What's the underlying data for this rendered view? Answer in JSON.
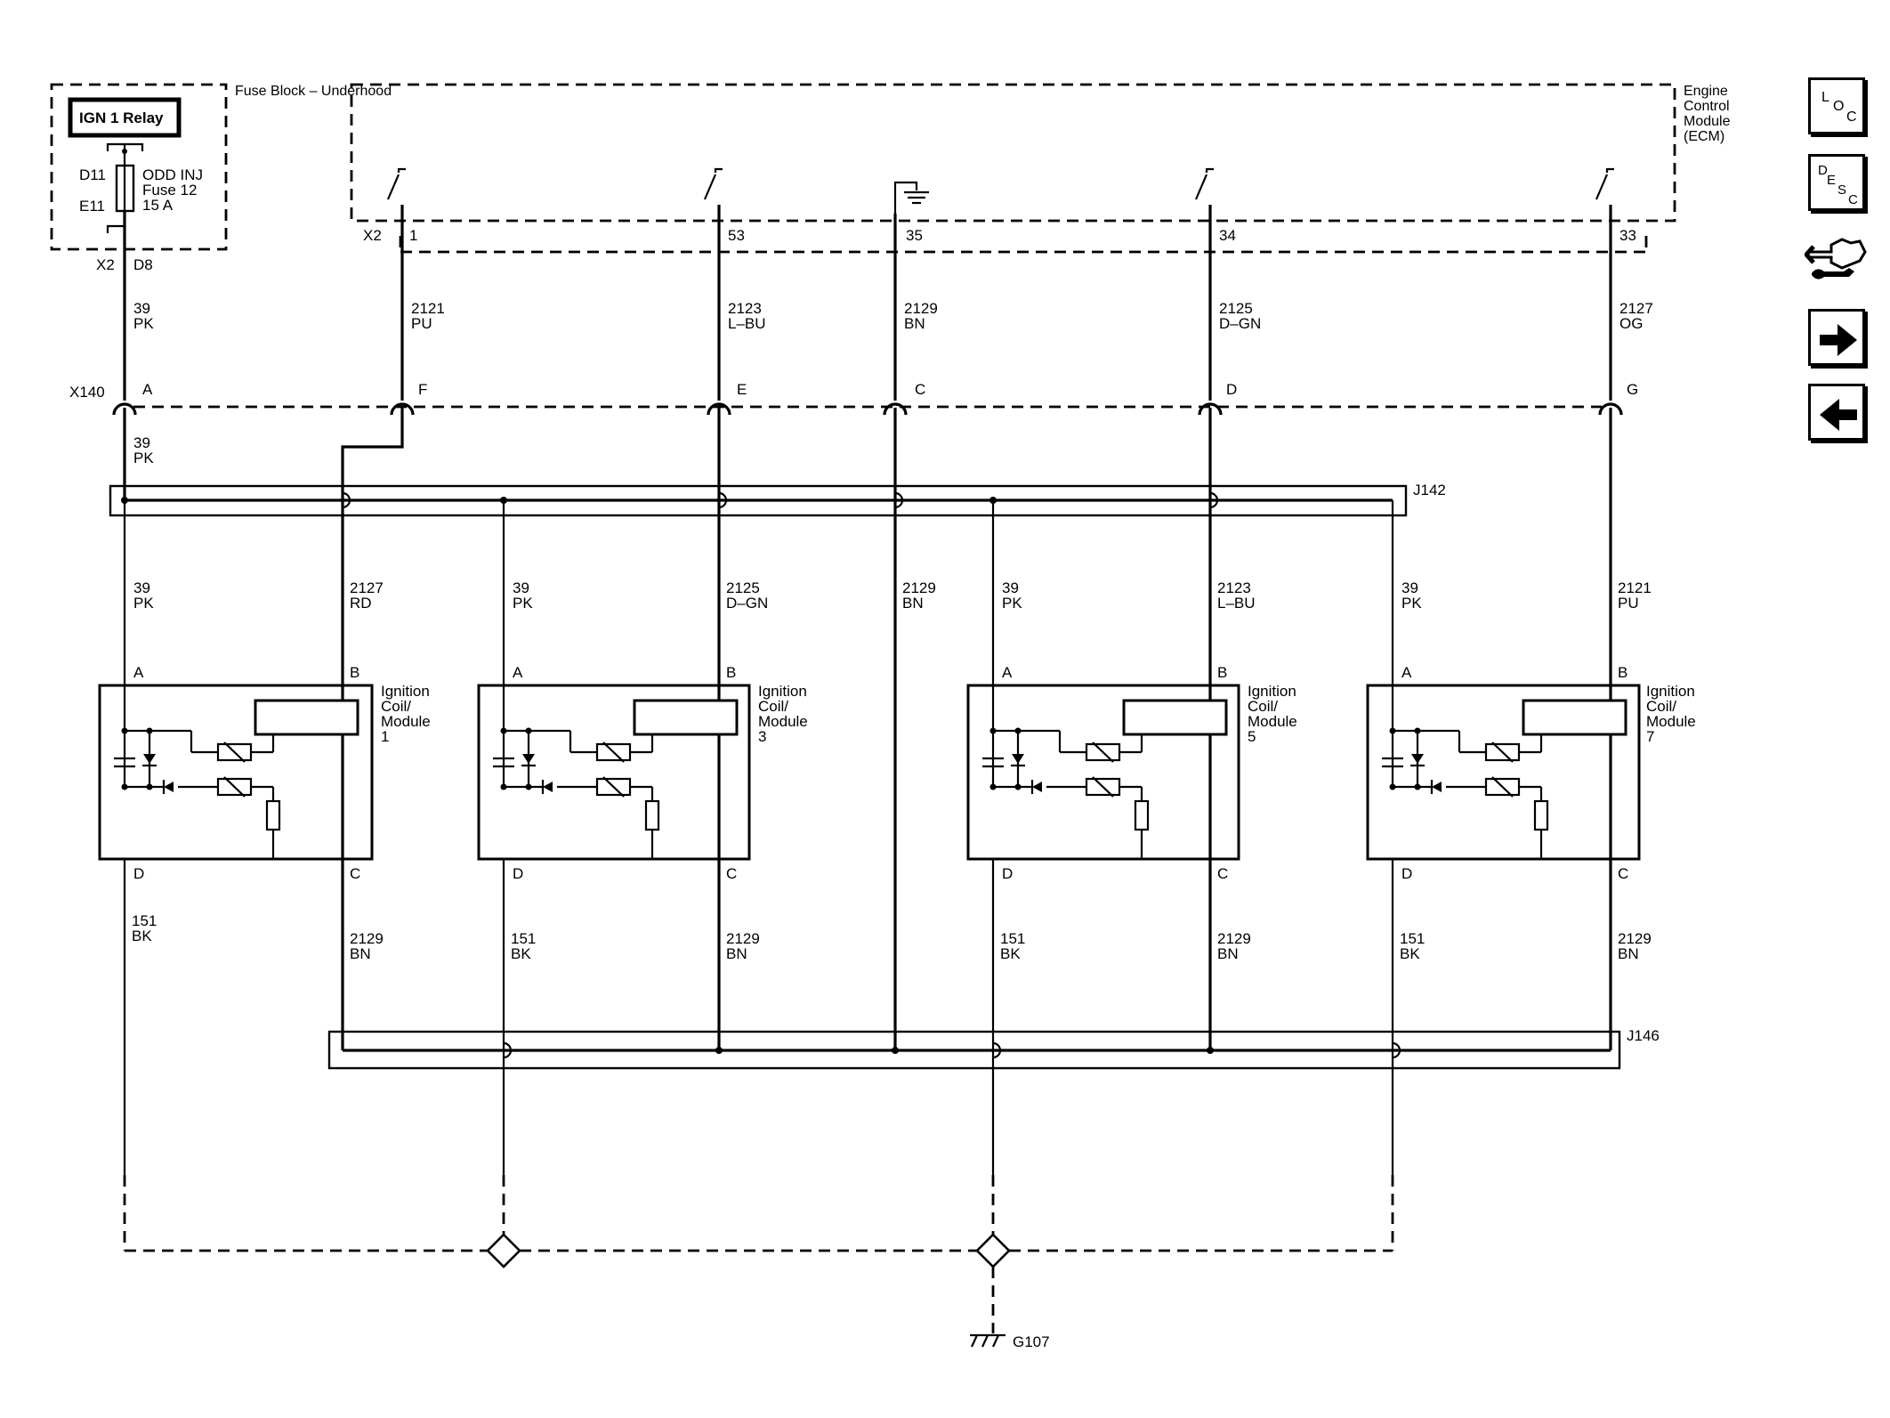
{
  "fuse_block": {
    "title": "Fuse Block – Underhood",
    "relay": "IGN 1 Relay",
    "pin_top": "D11",
    "pin_bottom": "E11",
    "fuse_name": "ODD INJ",
    "fuse_number": "Fuse 12",
    "fuse_rating": "15 A",
    "connector": "X2",
    "connector_pin": "D8"
  },
  "ecm": {
    "title": "Engine Control Module (ECM)",
    "connector": "X2",
    "pins": [
      "1",
      "53",
      "35",
      "34",
      "33"
    ]
  },
  "wires_upper": [
    {
      "circuit": "39",
      "color": "PK"
    },
    {
      "circuit": "2121",
      "color": "PU"
    },
    {
      "circuit": "2123",
      "color": "L–BU"
    },
    {
      "circuit": "2129",
      "color": "BN"
    },
    {
      "circuit": "2125",
      "color": "D–GN"
    },
    {
      "circuit": "2127",
      "color": "OG"
    }
  ],
  "inline_connector": {
    "name": "X140",
    "pins": [
      "A",
      "F",
      "E",
      "C",
      "D",
      "G"
    ]
  },
  "wire_below_x140": {
    "circuit": "39",
    "color": "PK"
  },
  "splice_top": "J142",
  "splice_bottom": "J146",
  "wires_mid": [
    {
      "circuit": "39",
      "color": "PK"
    },
    {
      "circuit": "2127",
      "color": "RD"
    },
    {
      "circuit": "39",
      "color": "PK"
    },
    {
      "circuit": "2125",
      "color": "D–GN"
    },
    {
      "circuit": "2129",
      "color": "BN"
    },
    {
      "circuit": "39",
      "color": "PK"
    },
    {
      "circuit": "2123",
      "color": "L–BU"
    },
    {
      "circuit": "39",
      "color": "PK"
    },
    {
      "circuit": "2121",
      "color": "PU"
    }
  ],
  "coils": [
    {
      "label": "Ignition Coil/ Module 1",
      "pins": [
        "A",
        "B",
        "D",
        "C"
      ]
    },
    {
      "label": "Ignition Coil/ Module 3",
      "pins": [
        "A",
        "B",
        "D",
        "C"
      ]
    },
    {
      "label": "Ignition Coil/ Module 5",
      "pins": [
        "A",
        "B",
        "D",
        "C"
      ]
    },
    {
      "label": "Ignition Coil/ Module 7",
      "pins": [
        "A",
        "B",
        "D",
        "C"
      ]
    }
  ],
  "wires_lower": [
    {
      "circuit": "151",
      "color": "BK"
    },
    {
      "circuit": "2129",
      "color": "BN"
    },
    {
      "circuit": "151",
      "color": "BK"
    },
    {
      "circuit": "2129",
      "color": "BN"
    },
    {
      "circuit": "151",
      "color": "BK"
    },
    {
      "circuit": "2129",
      "color": "BN"
    },
    {
      "circuit": "151",
      "color": "BK"
    },
    {
      "circuit": "2129",
      "color": "BN"
    }
  ],
  "ground": "G107",
  "nav": {
    "loc": {
      "l": "L",
      "o": "O",
      "c": "C"
    },
    "desc": {
      "d": "D",
      "e": "E",
      "s": "S",
      "c": "C"
    }
  }
}
